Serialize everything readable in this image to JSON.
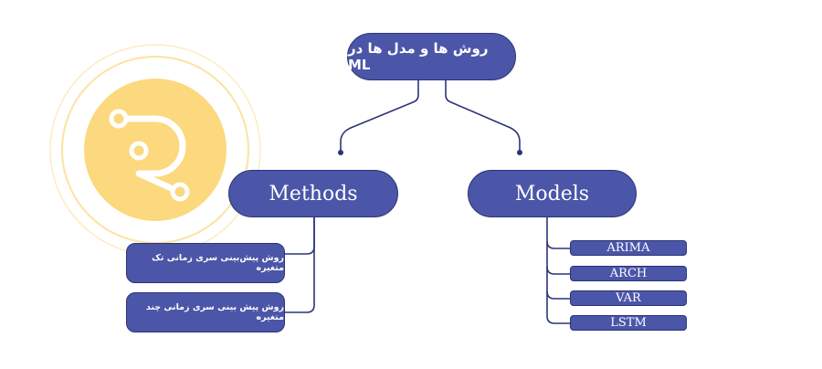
{
  "diagram": {
    "root": "روش ها و مدل ها در ML",
    "branches": [
      {
        "label": "Methods",
        "children": [
          "روش پیش‌بینی سری زمانی تک متغیره",
          "روش پیش بینی سری زمانی چند متغیره"
        ]
      },
      {
        "label": "Models",
        "children": [
          "ARIMA",
          "ARCH",
          "VAR",
          "LSTM"
        ]
      }
    ]
  },
  "colors": {
    "node_fill": "#4b56a8",
    "node_border": "#2c3478",
    "connector": "#2c3478",
    "logo_fill": "#fcd87e",
    "logo_ring": "#fce8b4"
  },
  "icons": {
    "logo": "r-route-logo-icon"
  }
}
